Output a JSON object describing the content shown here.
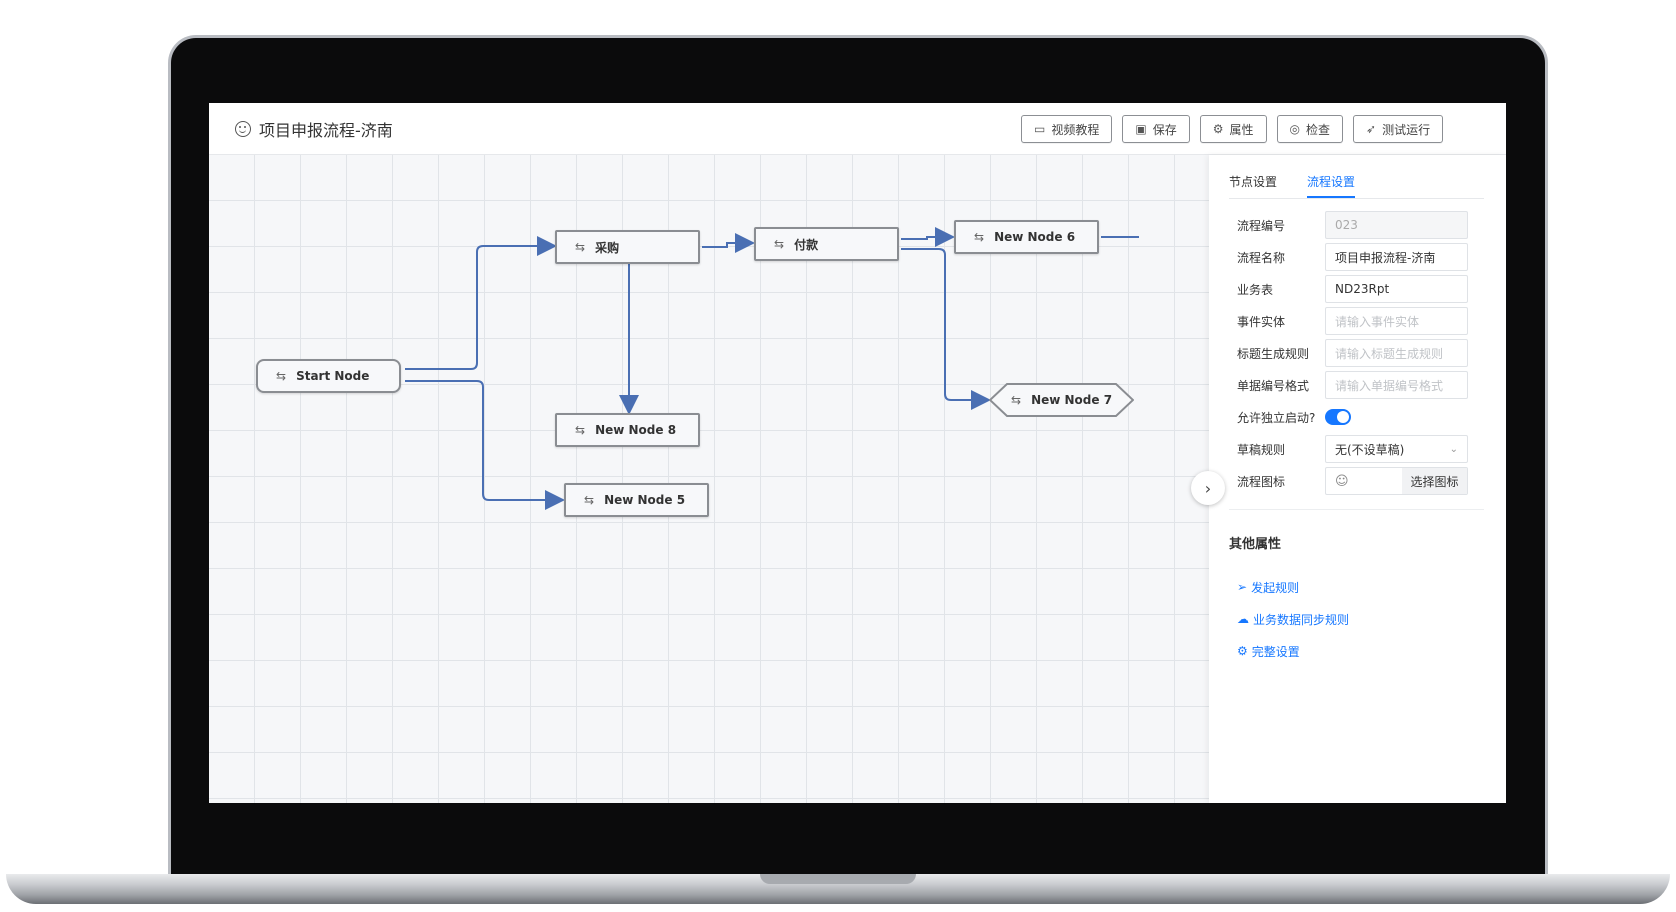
{
  "app": {
    "title": "项目申报流程-济南"
  },
  "toolbar": [
    {
      "icon": "video-icon",
      "label": "视频教程"
    },
    {
      "icon": "save-icon",
      "label": "保存"
    },
    {
      "icon": "gear-icon",
      "label": "属性"
    },
    {
      "icon": "check-circle-icon",
      "label": "检查"
    },
    {
      "icon": "rocket-icon",
      "label": "测试运行"
    }
  ],
  "nodes": {
    "start": "Start Node",
    "purchase": "采购",
    "payment": "付款",
    "node6": "New Node 6",
    "node7": "New Node 7",
    "node8": "New Node 8",
    "node5": "New Node 5"
  },
  "panel": {
    "tabs": [
      "节点设置",
      "流程设置"
    ],
    "active_tab": "流程设置",
    "fields": {
      "code": {
        "label": "流程编号",
        "value": "023"
      },
      "name": {
        "label": "流程名称",
        "value": "项目申报流程-济南"
      },
      "table": {
        "label": "业务表",
        "value": "ND23Rpt"
      },
      "entity": {
        "label": "事件实体",
        "placeholder": "请输入事件实体"
      },
      "title_rule": {
        "label": "标题生成规则",
        "placeholder": "请输入标题生成规则"
      },
      "number_format": {
        "label": "单据编号格式",
        "placeholder": "请输入单据编号格式"
      },
      "standalone": {
        "label": "允许独立启动?",
        "on": true
      },
      "draft_rule": {
        "label": "草稿规则",
        "value": "无(不设草稿)"
      },
      "flow_icon": {
        "label": "流程图标",
        "button": "选择图标"
      }
    },
    "other_title": "其他属性",
    "links": [
      {
        "icon": "send-icon",
        "label": "发起规则"
      },
      {
        "icon": "cloud-sync-icon",
        "label": "业务数据同步规则"
      },
      {
        "icon": "gear-icon",
        "label": "完整设置"
      }
    ]
  },
  "colors": {
    "accent": "#1677ff",
    "edge": "#4a6fb3"
  }
}
